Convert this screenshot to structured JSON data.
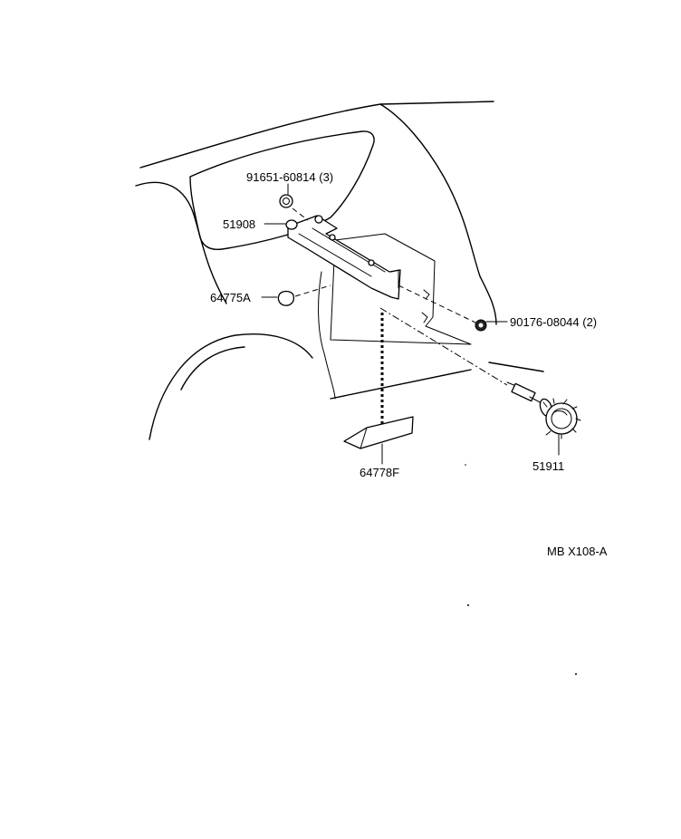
{
  "callouts": {
    "bolt": "91651-60814 (3)",
    "bracket": "51908",
    "plug": "64775A",
    "nut": "90176-08044 (2)",
    "cover": "64778F",
    "carrier": "51911"
  },
  "reference_code": "MB X108-A"
}
